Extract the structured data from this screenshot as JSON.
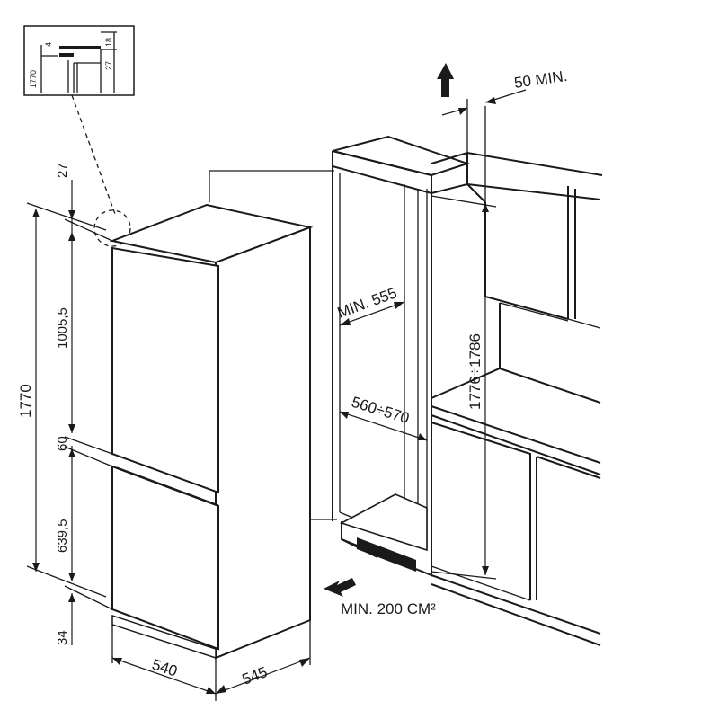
{
  "dimensions": {
    "total_height": "1770",
    "top_gap": "27",
    "fridge_door_height": "1005,5",
    "door_gap": "60",
    "freezer_door_height": "639,5",
    "bottom_gap": "34",
    "width": "540",
    "depth": "545",
    "niche_depth": "MIN. 555",
    "niche_width": "560÷570",
    "niche_height": "1776÷1786",
    "vent_gap": "50 MIN.",
    "air_inlet": "MIN. 200 CM²"
  },
  "detail_inset": {
    "labels": [
      "1770",
      "4",
      "18",
      "27"
    ]
  },
  "icons": [
    "up-arrow-icon",
    "right-arrow-icon"
  ]
}
